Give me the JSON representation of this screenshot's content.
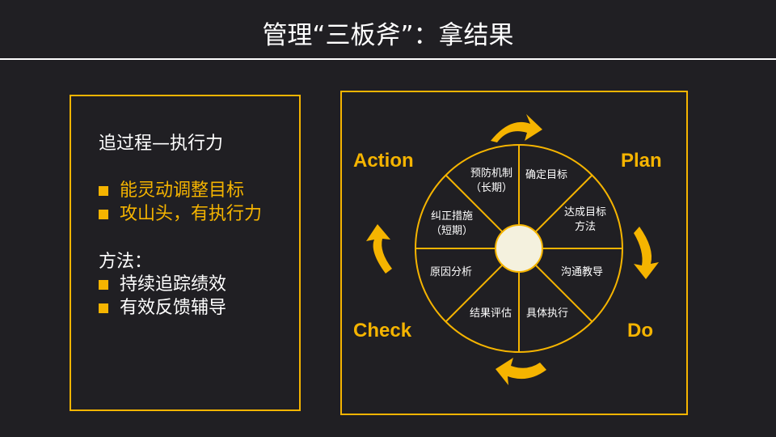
{
  "title": "管理“三板斧”：拿结果",
  "left_panel": {
    "heading": "追过程—执行力",
    "goals": [
      "能灵动调整目标",
      "攻山头，有执行力"
    ],
    "methods_heading": "方法：",
    "methods": [
      "持续追踪绩效",
      "有效反馈辅导"
    ]
  },
  "pdca": {
    "labels": {
      "action": "Action",
      "plan": "Plan",
      "do": "Do",
      "check": "Check"
    },
    "segments": [
      {
        "line1": "确定目标",
        "line2": ""
      },
      {
        "line1": "达成目标",
        "line2": "方法"
      },
      {
        "line1": "沟通教导",
        "line2": ""
      },
      {
        "line1": "具体执行",
        "line2": ""
      },
      {
        "line1": "结果评估",
        "line2": ""
      },
      {
        "line1": "原因分析",
        "line2": ""
      },
      {
        "line1": "纠正措施",
        "line2": "（短期）"
      },
      {
        "line1": "预防机制",
        "line2": "（长期）"
      }
    ]
  },
  "colors": {
    "accent": "#f5b400",
    "background": "#201f23",
    "text": "#ffffff",
    "hub": "#f4f1de"
  }
}
